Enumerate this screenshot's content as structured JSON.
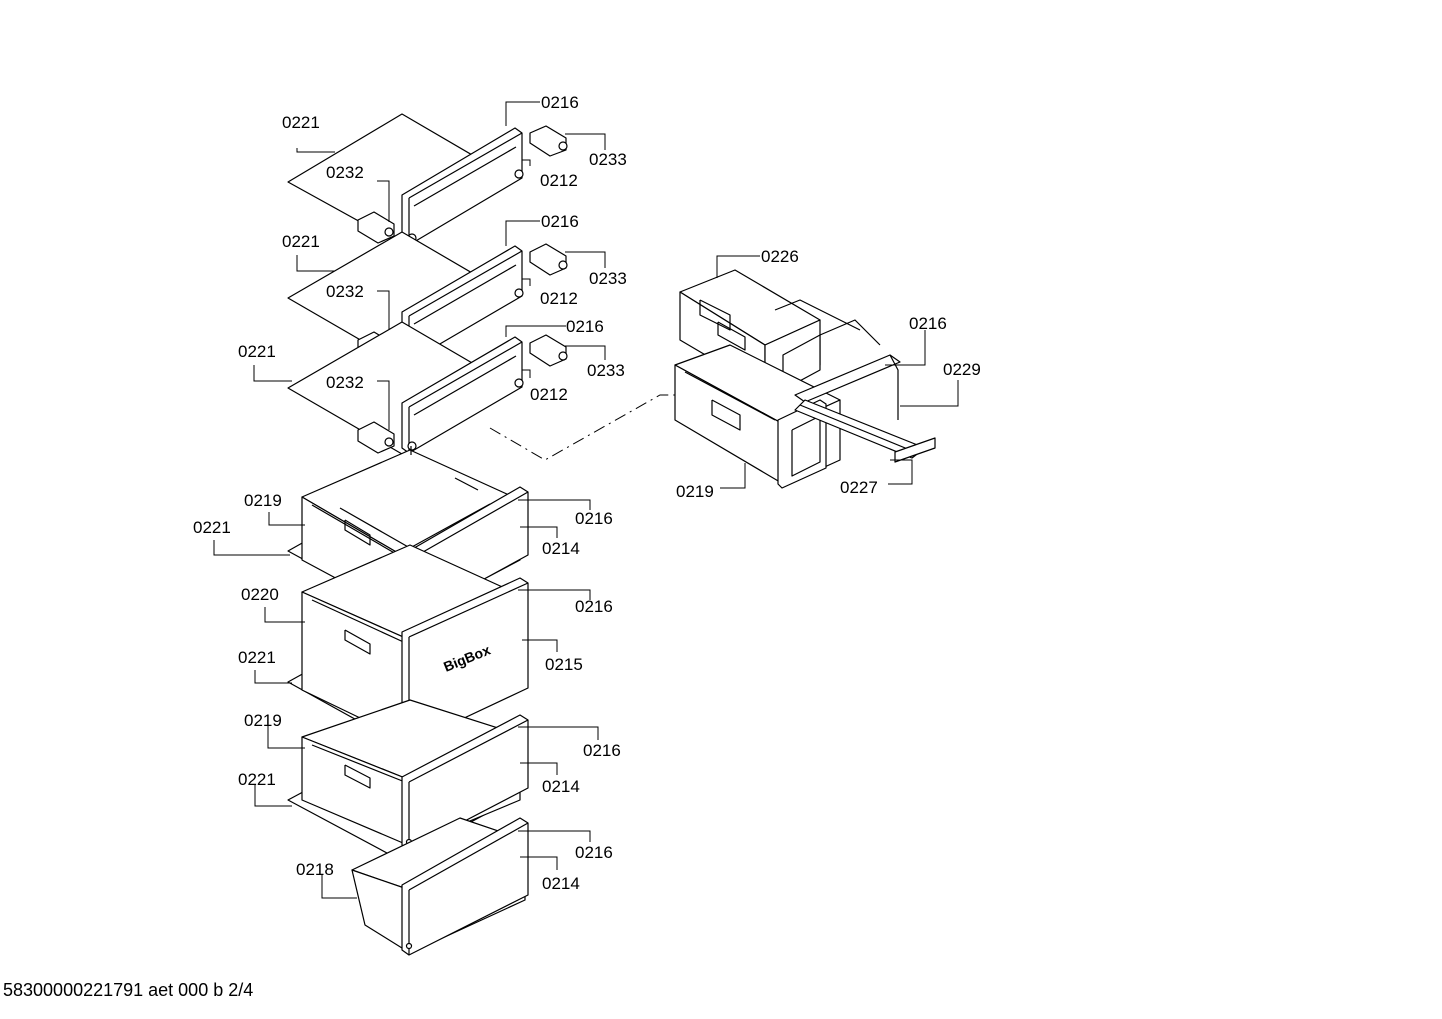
{
  "labels": {
    "s1_0221": "0221",
    "s1_0232": "0232",
    "s1_0216": "0216",
    "s1_0212": "0212",
    "s1_0233": "0233",
    "s2_0221": "0221",
    "s2_0232": "0232",
    "s2_0216": "0216",
    "s2_0212": "0212",
    "s2_0233": "0233",
    "s3_0221": "0221",
    "s3_0232": "0232",
    "s3_0216": "0216",
    "s3_0212": "0212",
    "s3_0233": "0233",
    "d1_0219": "0219",
    "d1_0221": "0221",
    "d1_0216": "0216",
    "d1_0214": "0214",
    "d2_0220": "0220",
    "d2_0221": "0221",
    "d2_0216": "0216",
    "d2_0215": "0215",
    "d3_0219": "0219",
    "d3_0221": "0221",
    "d3_0216": "0216",
    "d3_0214": "0214",
    "d4_0218": "0218",
    "d4_0216": "0216",
    "d4_0214": "0214",
    "r_0226": "0226",
    "r_0216": "0216",
    "r_0229": "0229",
    "r_0219": "0219",
    "r_0227": "0227"
  },
  "bigbox_text": "BigBox",
  "document_id": "58300000221791 aet 000 b 2/4"
}
